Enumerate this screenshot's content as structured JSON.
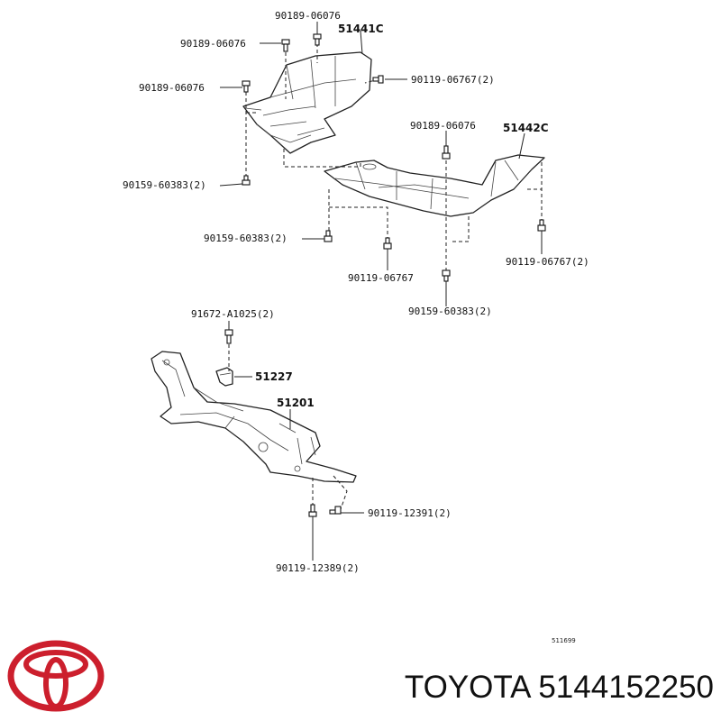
{
  "labels": {
    "p51441c": "51441C",
    "p51442c": "51442C",
    "p51227": "51227",
    "p51201": "51201",
    "b1": "90189-06076",
    "b2": "90189-06076",
    "b3": "90189-06076",
    "b4": "90119-06767(2)",
    "b5": "90159-60383(2)",
    "b6": "90189-06076",
    "b7": "90159-60383(2)",
    "b8": "90119-06767(2)",
    "b9": "90119-06767",
    "b10": "90159-60383(2)",
    "b11": "91672-A1025(2)",
    "b12": "90119-12391(2)",
    "b13": "90119-12389(2)"
  },
  "diagram_code": "511699",
  "footer": {
    "brand": "TOYOTA",
    "part_number": "5144152250"
  },
  "logo": {
    "name": "toyota-logo",
    "color": "#cc1f2d"
  }
}
